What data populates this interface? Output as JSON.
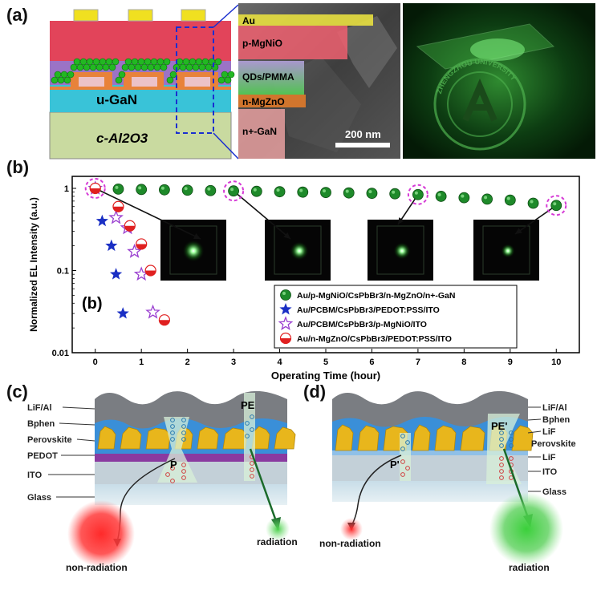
{
  "panels": {
    "a": "(a)",
    "b": "(b)",
    "c": "(c)",
    "d": "(d)"
  },
  "panel_a": {
    "device_layers": {
      "substrate": "c-Al2O3",
      "buffer": "u-GaN"
    },
    "sem_layers": [
      "Au",
      "p-MgNiO",
      "QDs/PMMA",
      "n-MgZnO",
      "n+-GaN"
    ],
    "scale_bar": "200 nm",
    "photo_text": "ZHENGZHOU UNIVERSITY"
  },
  "chart_data": {
    "type": "scatter",
    "inset_label": "(b)",
    "xlabel": "Operating Time (hour)",
    "ylabel": "Normalized EL Intensity (a.u.)",
    "xlim": [
      -0.5,
      10.5
    ],
    "ylim": [
      0.01,
      1.4
    ],
    "yscale": "log",
    "xticks": [
      0,
      1,
      2,
      3,
      4,
      5,
      6,
      7,
      8,
      9,
      10
    ],
    "yticks": [
      {
        "v": 1,
        "label": "1"
      },
      {
        "v": 0.1,
        "label": "0.1"
      },
      {
        "v": 0.01,
        "label": "0.01"
      }
    ],
    "legend_position": "center-right",
    "series": [
      {
        "name": "Au/p-MgNiO/CsPbBr3/n-MgZnO/n+-GaN",
        "marker": "circle",
        "color": "#1e8a2a",
        "x": [
          0,
          0.5,
          1,
          1.5,
          2,
          2.5,
          3,
          3.5,
          4,
          4.5,
          5,
          5.5,
          6,
          6.5,
          7,
          7.5,
          8,
          8.5,
          9,
          9.5,
          10
        ],
        "y": [
          1.0,
          0.98,
          0.97,
          0.96,
          0.95,
          0.94,
          0.93,
          0.92,
          0.91,
          0.9,
          0.89,
          0.88,
          0.87,
          0.86,
          0.84,
          0.8,
          0.77,
          0.74,
          0.72,
          0.66,
          0.62
        ]
      },
      {
        "name": "Au/PCBM/CsPbBr3/PEDOT:PSS/ITO",
        "marker": "star",
        "color": "#1a2fc4",
        "x": [
          0,
          0.15,
          0.35,
          0.45,
          0.6
        ],
        "y": [
          1.0,
          0.4,
          0.2,
          0.09,
          0.03
        ]
      },
      {
        "name": "Au/PCBM/CsPbBr3/p-MgNiO/ITO",
        "marker": "star-open",
        "color": "#9a3fd0",
        "x": [
          0,
          0.45,
          0.7,
          0.85,
          1.0,
          1.25
        ],
        "y": [
          1.0,
          0.44,
          0.33,
          0.17,
          0.09,
          0.031
        ]
      },
      {
        "name": "Au/n-MgZnO/CsPbBr3/PEDOT:PSS/ITO",
        "marker": "half-circle",
        "color": "#e02020",
        "x": [
          0,
          0.5,
          0.75,
          1.0,
          1.2,
          1.5
        ],
        "y": [
          1.0,
          0.6,
          0.35,
          0.21,
          0.1,
          0.025
        ]
      }
    ],
    "highlighted_points": [
      {
        "x": 0,
        "y": 1.0
      },
      {
        "x": 3,
        "y": 0.93
      },
      {
        "x": 7,
        "y": 0.84
      },
      {
        "x": 10,
        "y": 0.62
      }
    ]
  },
  "panel_c": {
    "layers": [
      "LiF/Al",
      "Bphen",
      "Perovskite",
      "PEDOT",
      "ITO",
      "Glass"
    ],
    "labels": {
      "p": "P",
      "pe": "PE",
      "radiation": "radiation",
      "non_radiation": "non-radiation"
    }
  },
  "panel_d": {
    "layers": [
      "LiF/Al",
      "Bphen",
      "LiF",
      "Perovskite",
      "LiF",
      "ITO",
      "Glass"
    ],
    "labels": {
      "p": "P'",
      "pe": "PE'",
      "radiation": "radiation",
      "non_radiation": "non-radiation"
    }
  },
  "colors": {
    "green_marker": "#1e8a2a",
    "blue_marker": "#1a2fc4",
    "purple_marker": "#9a3fd0",
    "red_marker": "#e02020",
    "highlight_ring": "#d63bd6",
    "perovskite": "#e8b61c",
    "bphen": "#3a8fd8",
    "pedot": "#8a3aa0"
  }
}
